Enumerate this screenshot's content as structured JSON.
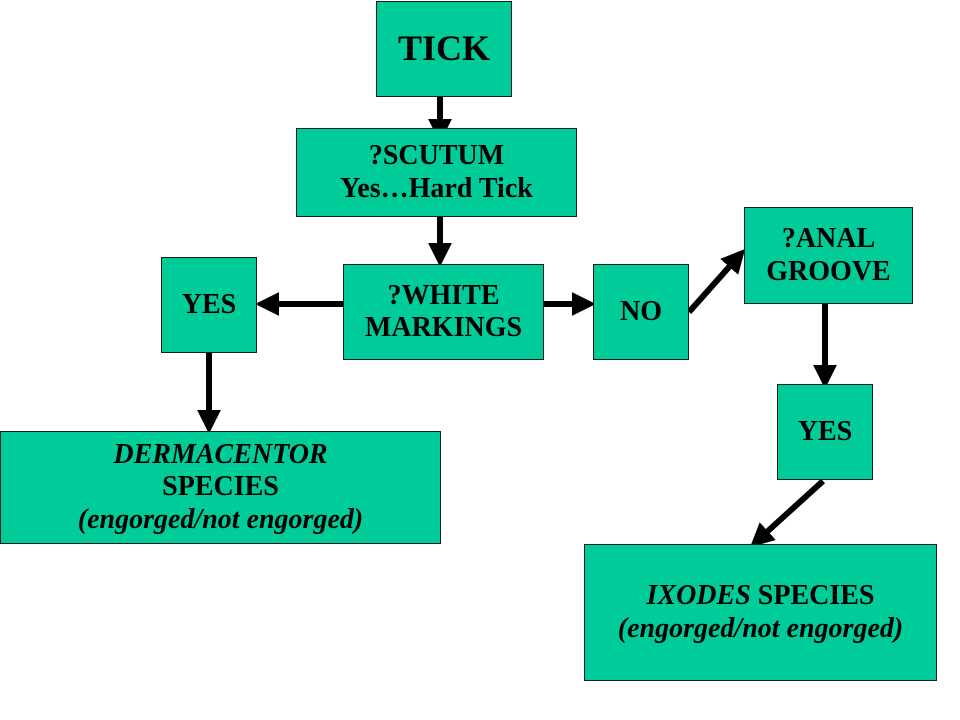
{
  "colors": {
    "box_fill": "#00cc99",
    "box_border": "#1a1a1a",
    "arrow": "#000000",
    "text": "#000000"
  },
  "nodes": {
    "tick": {
      "line1": "TICK"
    },
    "scutum": {
      "line1": "?SCUTUM",
      "line2": "Yes…Hard Tick"
    },
    "white_markings": {
      "line1": "?WHITE",
      "line2": "MARKINGS"
    },
    "yes_left": {
      "line1": "YES"
    },
    "no": {
      "line1": "NO"
    },
    "anal_groove": {
      "line1": "?ANAL",
      "line2": "GROOVE"
    },
    "yes_right": {
      "line1": "YES"
    },
    "dermacentor": {
      "genus": "DERMACENTOR",
      "line2": "SPECIES",
      "line3": "(engorged/not engorged)"
    },
    "ixodes": {
      "genus": "IXODES",
      "species": " SPECIES",
      "line2": "(engorged/not engorged)"
    }
  },
  "edges": [
    {
      "from": "tick",
      "to": "scutum"
    },
    {
      "from": "scutum",
      "to": "white_markings"
    },
    {
      "from": "white_markings",
      "to": "yes_left"
    },
    {
      "from": "white_markings",
      "to": "no"
    },
    {
      "from": "yes_left",
      "to": "dermacentor"
    },
    {
      "from": "no",
      "to": "anal_groove"
    },
    {
      "from": "anal_groove",
      "to": "yes_right"
    },
    {
      "from": "yes_right",
      "to": "ixodes"
    }
  ]
}
